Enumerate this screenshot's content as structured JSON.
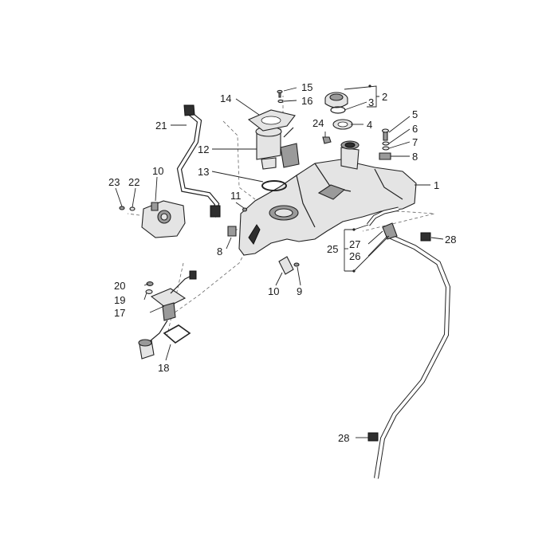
{
  "callouts": {
    "c1": "1",
    "c2": "2",
    "c3": "3",
    "c4": "4",
    "c5": "5",
    "c6": "6",
    "c7": "7",
    "c8a": "8",
    "c8b": "8",
    "c9": "9",
    "c10a": "10",
    "c10b": "10",
    "c11": "11",
    "c12": "12",
    "c13": "13",
    "c14": "14",
    "c15": "15",
    "c16": "16",
    "c17": "17",
    "c18": "18",
    "c19": "19",
    "c20": "20",
    "c21": "21",
    "c22": "22",
    "c23": "23",
    "c24": "24",
    "c25": "25",
    "c26": "26",
    "c27": "27",
    "c28a": "28",
    "c28b": "28"
  }
}
